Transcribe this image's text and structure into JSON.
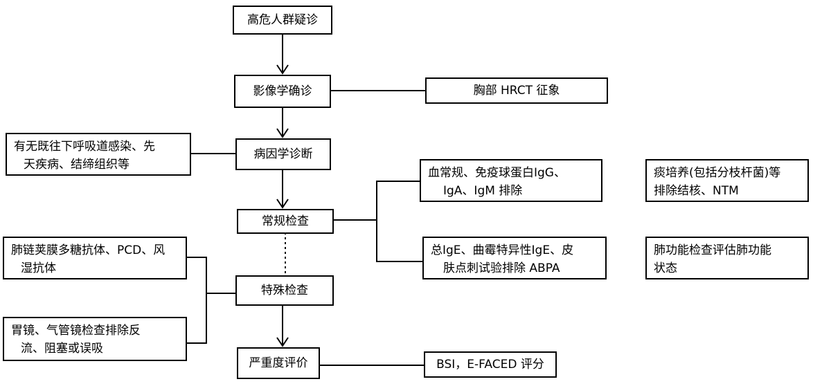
{
  "main_flow": {
    "high_risk": "高危人群疑诊",
    "imaging": "影像学确诊",
    "etiology": "病因学诊断",
    "routine": "常规检查",
    "special": "特殊检查",
    "severity": "严重度评价"
  },
  "side_notes": {
    "hrct": "胸部 HRCT 征象",
    "history_line1": "有无既往下呼吸道感染、先",
    "history_line2": "天疾病、结缔组织等",
    "blood_line1": "血常规、免疫球蛋白IgG、",
    "blood_line2": "IgA、IgM 排除",
    "abpa_line1": "总IgE、曲霉特异性IgE、皮",
    "abpa_line2": "肤点刺试验排除 ABPA",
    "sputum_line1": "痰培养(包括分枝杆菌)等",
    "sputum_line2": "排除结核、NTM",
    "lung_line1": "肺功能检查评估肺功能",
    "lung_line2": "状态",
    "pcd_line1": "肺链荚膜多糖抗体、PCD、风",
    "pcd_line2": "湿抗体",
    "scope_line1": "胃镜、气管镜检查排除反",
    "scope_line2": "流、阻塞或误吸",
    "scores": "BSI，E-FACED 评分"
  }
}
